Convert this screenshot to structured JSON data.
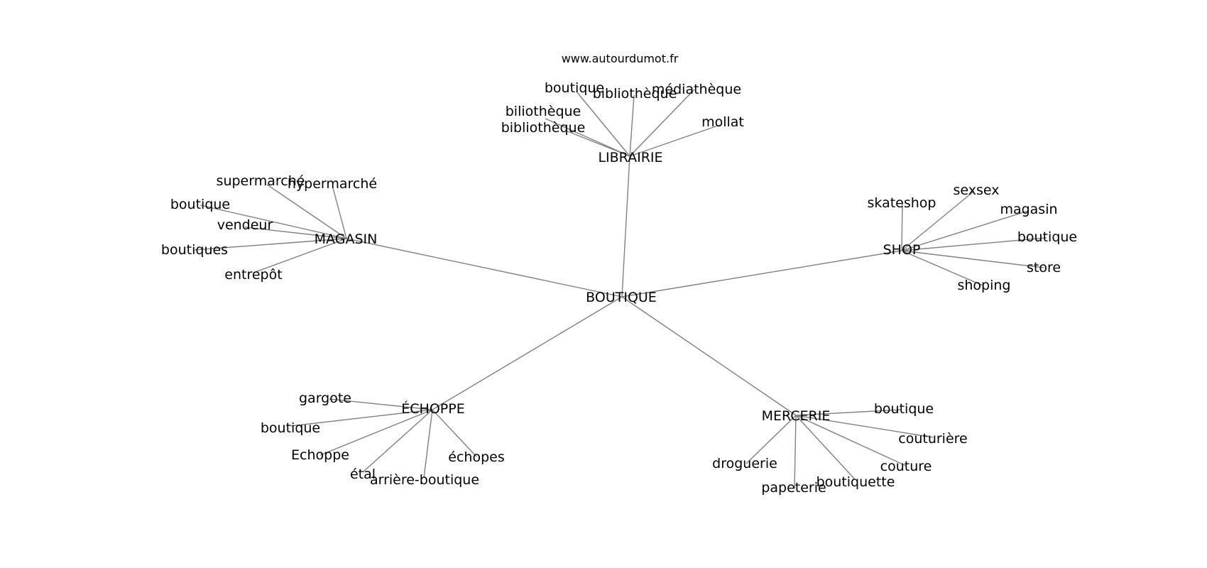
{
  "source": "www.autourdumot.fr",
  "center": "BOUTIQUE",
  "groups": [
    {
      "label": "LIBRAIRIE",
      "children": [
        "boutique",
        "bibliothèque",
        "médiathèque",
        "biliothèque",
        "bibliothèque",
        "mollat"
      ]
    },
    {
      "label": "MAGASIN",
      "children": [
        "supermarché",
        "hypermarché",
        "boutique",
        "vendeur",
        "boutiques",
        "entrepôt"
      ]
    },
    {
      "label": "SHOP",
      "children": [
        "skateshop",
        "sexsex",
        "magasin",
        "boutique",
        "store",
        "shoping"
      ]
    },
    {
      "label": "ÉCHOPPE",
      "children": [
        "gargote",
        "boutique",
        "Echoppe",
        "étal",
        "arrière-boutique",
        "échopes"
      ]
    },
    {
      "label": "MERCERIE",
      "children": [
        "boutique",
        "couturière",
        "couture",
        "droguerie",
        "papeterie",
        "boutiquette"
      ]
    }
  ]
}
